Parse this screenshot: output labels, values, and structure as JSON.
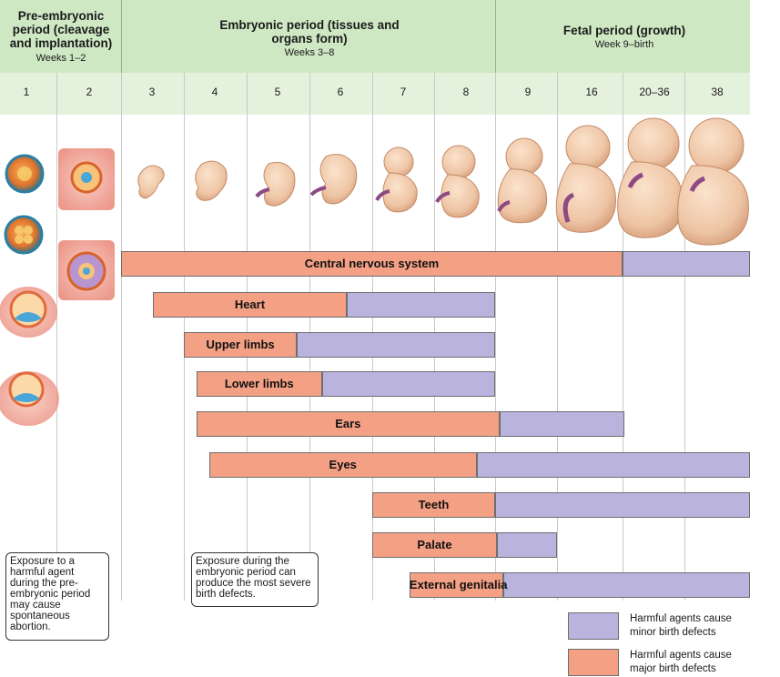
{
  "periods": [
    {
      "title": "Pre-embryonic period (cleavage and implantation)",
      "subtitle": "Weeks 1–2"
    },
    {
      "title": "Embryonic period (tissues and organs form)",
      "subtitle": "Weeks 3–8"
    },
    {
      "title": "Fetal period (growth)",
      "subtitle": "Week 9–birth"
    }
  ],
  "weeks": [
    "1",
    "2",
    "3",
    "4",
    "5",
    "6",
    "7",
    "8",
    "9",
    "16",
    "20–36",
    "38"
  ],
  "organs": [
    {
      "label": "Central nervous system",
      "major_weeks": [
        3,
        20
      ],
      "minor_weeks": [
        20,
        38
      ]
    },
    {
      "label": "Heart",
      "major_weeks": [
        3.5,
        6.6
      ],
      "minor_weeks": [
        6.6,
        9
      ]
    },
    {
      "label": "Upper limbs",
      "major_weeks": [
        4,
        5.8
      ],
      "minor_weeks": [
        5.8,
        9
      ]
    },
    {
      "label": "Lower limbs",
      "major_weeks": [
        4.2,
        6.2
      ],
      "minor_weeks": [
        6.2,
        9
      ]
    },
    {
      "label": "Ears",
      "major_weeks": [
        4.2,
        9.5
      ],
      "minor_weeks": [
        9.5,
        20.3
      ]
    },
    {
      "label": "Eyes",
      "major_weeks": [
        4.4,
        8.7
      ],
      "minor_weeks": [
        8.7,
        38
      ]
    },
    {
      "label": "Teeth",
      "major_weeks": [
        7,
        9
      ],
      "minor_weeks": [
        9,
        38
      ]
    },
    {
      "label": "Palate",
      "major_weeks": [
        7,
        9.2
      ],
      "minor_weeks": [
        9.2,
        16
      ]
    },
    {
      "label": "External genitalia",
      "major_weeks": [
        7.6,
        9.9
      ],
      "minor_weeks": [
        9.9,
        38
      ]
    }
  ],
  "notes": [
    "Exposure to a harmful agent during the pre-embryonic period may cause spontaneous abortion.",
    "Exposure during the embryonic period can produce the most severe birth defects."
  ],
  "legend": [
    {
      "text": "Harmful agents cause minor birth defects",
      "color": "#b9b3de"
    },
    {
      "text": "Harmful agents cause major birth defects",
      "color": "#f3a085"
    }
  ],
  "colors": {
    "major": "#f3a085",
    "minor": "#b9b3de",
    "header": "#cfe8c4",
    "weeks_row": "#e4f1dc"
  },
  "icons": [
    "zygote-icon",
    "morula-icon",
    "blastocyst-icon",
    "implanting-blastocyst-icon",
    "implantation-site-icon",
    "embryo-icon",
    "fetus-icon"
  ]
}
